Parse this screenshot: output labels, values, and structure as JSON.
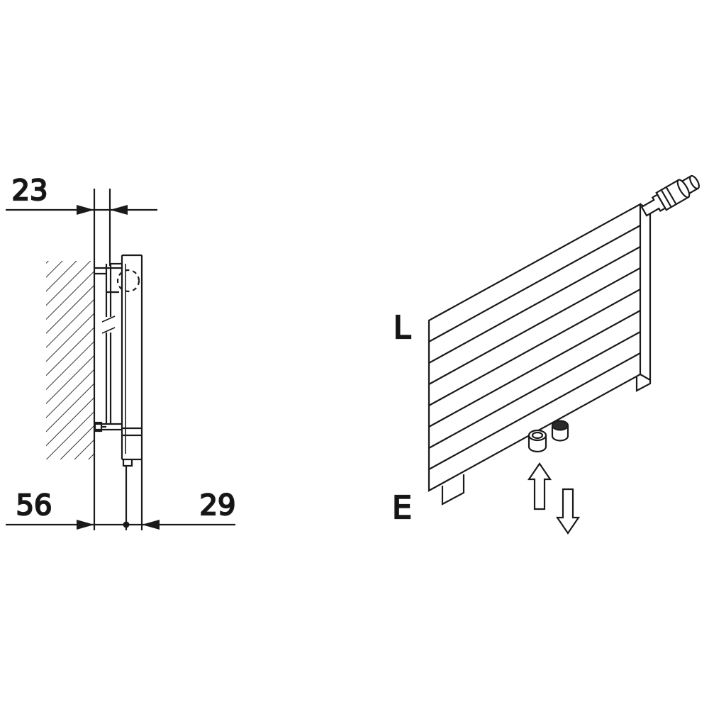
{
  "diagram": {
    "left_view": {
      "dim_top": "23",
      "dim_bottom_left": "56",
      "dim_bottom_right": "29"
    },
    "right_view": {
      "label_top": "L",
      "label_bottom": "E"
    },
    "colors": {
      "line": "#1a1a1a",
      "background": "#ffffff",
      "fitting_dark": "#2a2a2a"
    }
  }
}
